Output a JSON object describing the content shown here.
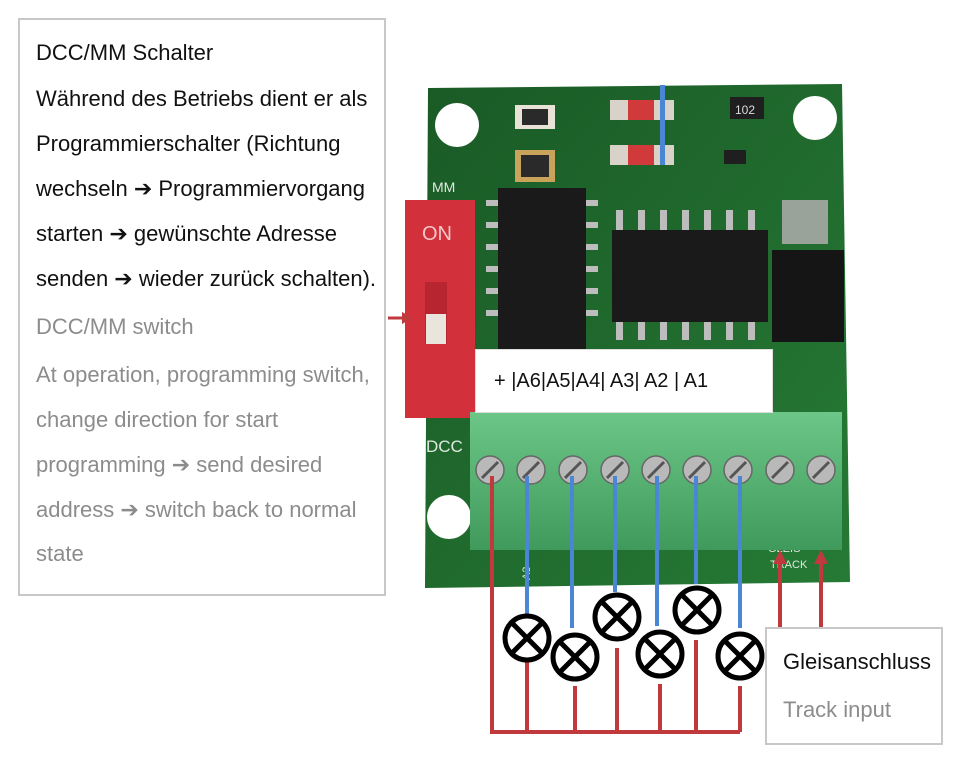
{
  "description": {
    "de_title": "DCC/MM Schalter",
    "de_lines": [
      "Während des Betriebs dient er als",
      "Programmierschalter (Richtung",
      "wechseln ➔ Programmiervorgang",
      "starten ➔ gewünschte Adresse",
      "senden ➔ wieder zurück schalten)."
    ],
    "en_title": "DCC/MM switch",
    "en_lines": [
      "At operation, programming switch,",
      "change direction for start",
      "programming ➔ send desired",
      "address ➔ switch back to normal",
      "state"
    ]
  },
  "board": {
    "switch_on_label": "ON",
    "mm_label": "MM",
    "dcc_label": "DCC",
    "chip_label": "102",
    "silkscreen": {
      "a3": "A3",
      "gleis": "GLEIS",
      "track": "TRACK"
    }
  },
  "pin_labels": "+ |A6|A5|A4| A3| A2 | A1",
  "track_box": {
    "de": "Gleisanschluss",
    "en": "Track input"
  },
  "colors": {
    "pcb": "#1e6b2c",
    "terminal": "#58b874",
    "switch": "#d2303a",
    "wire_red": "#c0393d",
    "wire_blue": "#4a86d4"
  }
}
